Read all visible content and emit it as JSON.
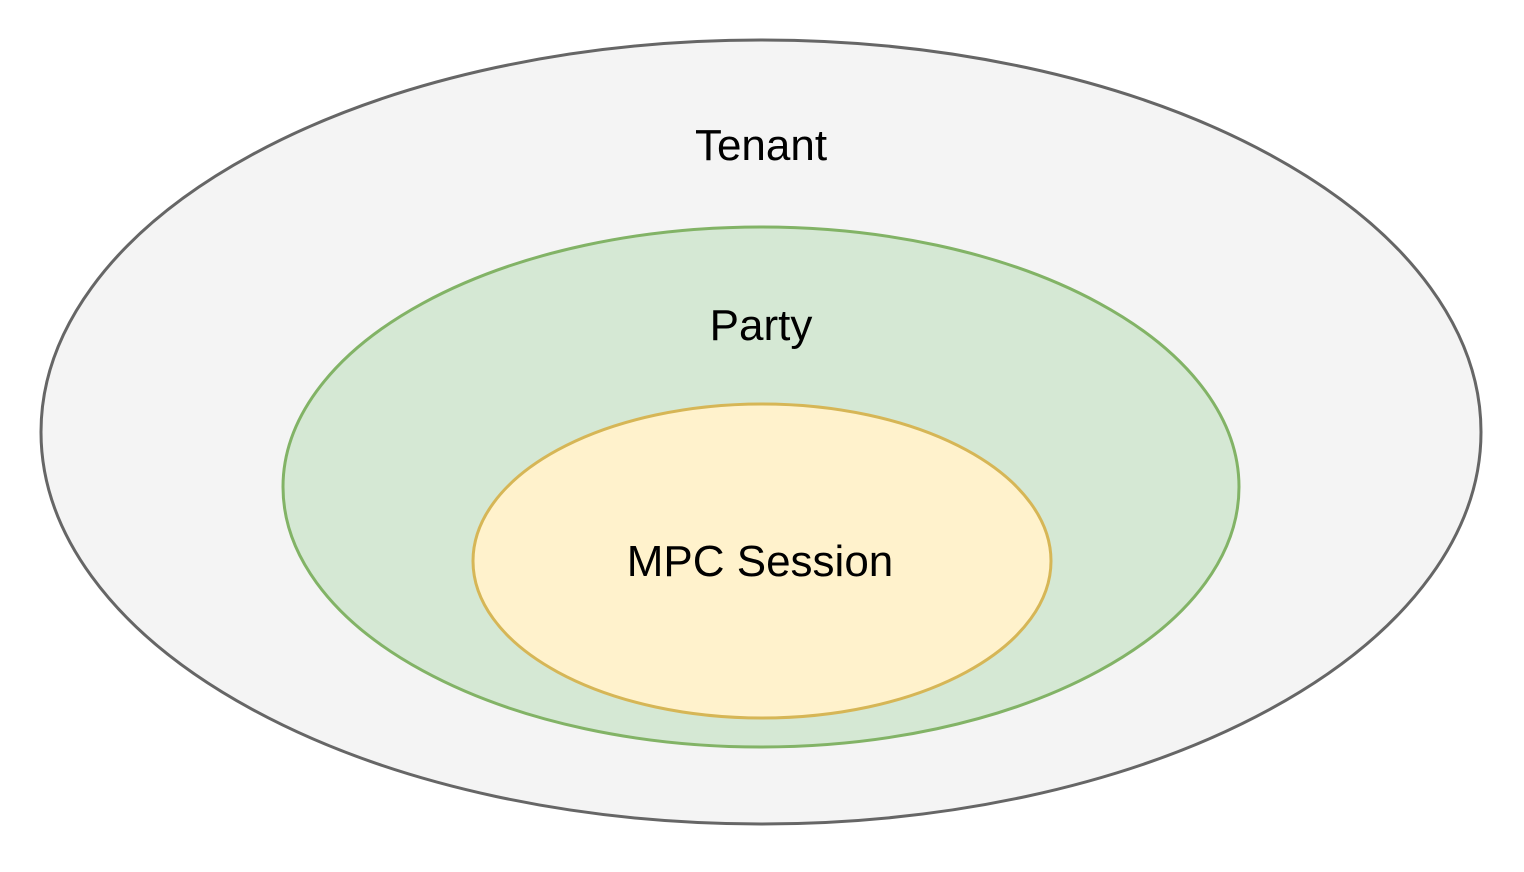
{
  "diagram": {
    "tenant": {
      "label": "Tenant",
      "fill": "#f4f4f4",
      "stroke": "#666666"
    },
    "party": {
      "label": "Party",
      "fill": "#d5e8d4",
      "stroke": "#82b366"
    },
    "session": {
      "label": "MPC Session",
      "fill": "#fff2cc",
      "stroke": "#d6b656"
    }
  }
}
